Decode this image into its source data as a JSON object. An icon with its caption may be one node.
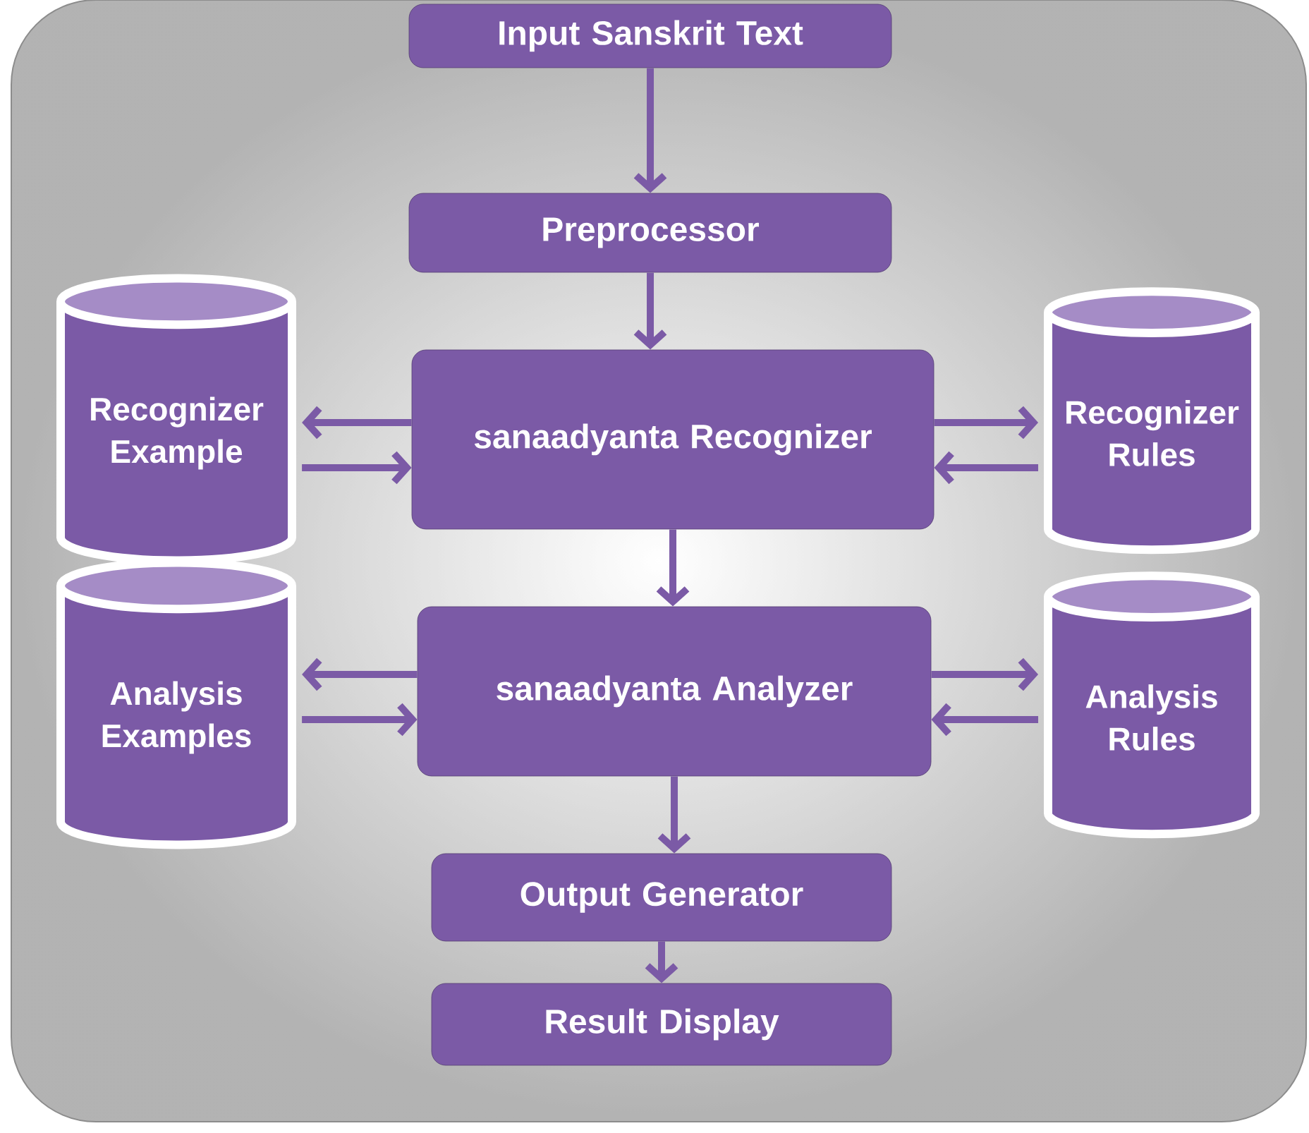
{
  "diagram": {
    "nodes": [
      {
        "text": [
          "Input Sanskrit Text"
        ]
      },
      {
        "text": [
          "Preprocessor"
        ]
      },
      {
        "text": [
          "Recognizer Example"
        ]
      },
      {
        "text": [
          "sanaadyanta Recognizer"
        ]
      },
      {
        "text": [
          "Recognizer Rules"
        ]
      },
      {
        "text": [
          "Analysis Examples"
        ]
      },
      {
        "text": [
          "sanaadyanta Analyzer"
        ]
      },
      {
        "text": [
          "Analysis Rules"
        ]
      },
      {
        "text": [
          "Output Generator"
        ]
      },
      {
        "text": [
          "Result Display"
        ]
      }
    ],
    "edges": [
      {
        "from": 0,
        "to": 1,
        "arrow": "to"
      },
      {
        "from": 1,
        "to": 3,
        "arrow": "to"
      },
      {
        "from": 3,
        "to": 2,
        "arrow": "to"
      },
      {
        "from": 2,
        "to": 3,
        "arrow": "to"
      },
      {
        "from": 3,
        "to": 4,
        "arrow": "to"
      },
      {
        "from": 4,
        "to": 3,
        "arrow": "to"
      },
      {
        "from": 3,
        "to": 6,
        "arrow": "to"
      },
      {
        "from": 6,
        "to": 5,
        "arrow": "to"
      },
      {
        "from": 5,
        "to": 6,
        "arrow": "to"
      },
      {
        "from": 6,
        "to": 7,
        "arrow": "to"
      },
      {
        "from": 7,
        "to": 6,
        "arrow": "to"
      },
      {
        "from": 6,
        "to": 8,
        "arrow": "to"
      },
      {
        "from": 8,
        "to": 9,
        "arrow": "to"
      }
    ]
  }
}
